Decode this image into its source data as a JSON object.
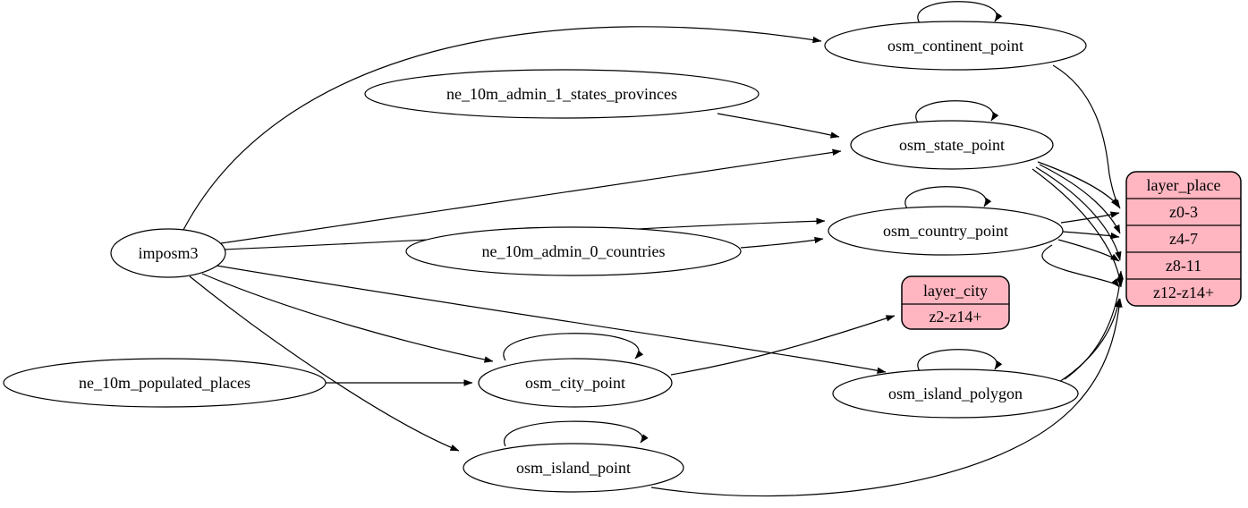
{
  "diagram": {
    "type": "etl-dependency-graph",
    "colors": {
      "background": "#ffffff",
      "table_fill": "#ffffff",
      "layer_fill": "#ffb6c1",
      "stroke": "#000000"
    },
    "nodes": {
      "imposm3": {
        "label": "imposm3"
      },
      "ne_10m_admin_1_states_provinces": {
        "label": "ne_10m_admin_1_states_provinces"
      },
      "ne_10m_admin_0_countries": {
        "label": "ne_10m_admin_0_countries"
      },
      "ne_10m_populated_places": {
        "label": "ne_10m_populated_places"
      },
      "osm_continent_point": {
        "label": "osm_continent_point"
      },
      "osm_state_point": {
        "label": "osm_state_point"
      },
      "osm_country_point": {
        "label": "osm_country_point"
      },
      "osm_city_point": {
        "label": "osm_city_point"
      },
      "osm_island_polygon": {
        "label": "osm_island_polygon"
      },
      "osm_island_point": {
        "label": "osm_island_point"
      }
    },
    "records": {
      "layer_place": {
        "title": "layer_place",
        "rows": [
          "z0-3",
          "z4-7",
          "z8-11",
          "z12-z14+"
        ]
      },
      "layer_city": {
        "title": "layer_city",
        "rows": [
          "z2-z14+"
        ]
      }
    },
    "edges": [
      {
        "from": "imposm3",
        "to": "osm_continent_point"
      },
      {
        "from": "imposm3",
        "to": "osm_state_point"
      },
      {
        "from": "imposm3",
        "to": "osm_country_point"
      },
      {
        "from": "imposm3",
        "to": "osm_city_point"
      },
      {
        "from": "imposm3",
        "to": "osm_island_polygon"
      },
      {
        "from": "imposm3",
        "to": "osm_island_point"
      },
      {
        "from": "ne_10m_admin_1_states_provinces",
        "to": "osm_state_point"
      },
      {
        "from": "ne_10m_admin_0_countries",
        "to": "osm_country_point"
      },
      {
        "from": "ne_10m_populated_places",
        "to": "osm_city_point"
      },
      {
        "from": "osm_continent_point",
        "to": "osm_continent_point"
      },
      {
        "from": "osm_state_point",
        "to": "osm_state_point"
      },
      {
        "from": "osm_country_point",
        "to": "osm_country_point"
      },
      {
        "from": "osm_city_point",
        "to": "osm_city_point"
      },
      {
        "from": "osm_island_polygon",
        "to": "osm_island_polygon"
      },
      {
        "from": "osm_island_point",
        "to": "osm_island_point"
      },
      {
        "from": "osm_continent_point",
        "to": "layer_place:z0-3"
      },
      {
        "from": "osm_state_point",
        "to": "layer_place:z0-3"
      },
      {
        "from": "osm_state_point",
        "to": "layer_place:z4-7"
      },
      {
        "from": "osm_state_point",
        "to": "layer_place:z8-11"
      },
      {
        "from": "osm_state_point",
        "to": "layer_place:z12-z14+"
      },
      {
        "from": "osm_country_point",
        "to": "layer_place:z0-3"
      },
      {
        "from": "osm_country_point",
        "to": "layer_place:z4-7"
      },
      {
        "from": "osm_country_point",
        "to": "layer_place:z8-11"
      },
      {
        "from": "osm_country_point",
        "to": "layer_place:z12-z14+"
      },
      {
        "from": "osm_city_point",
        "to": "layer_city:z2-z14+"
      },
      {
        "from": "osm_island_polygon",
        "to": "layer_place:z8-11"
      },
      {
        "from": "osm_island_polygon",
        "to": "layer_place:z12-z14+"
      },
      {
        "from": "osm_island_point",
        "to": "layer_place:z12-z14+"
      }
    ]
  }
}
